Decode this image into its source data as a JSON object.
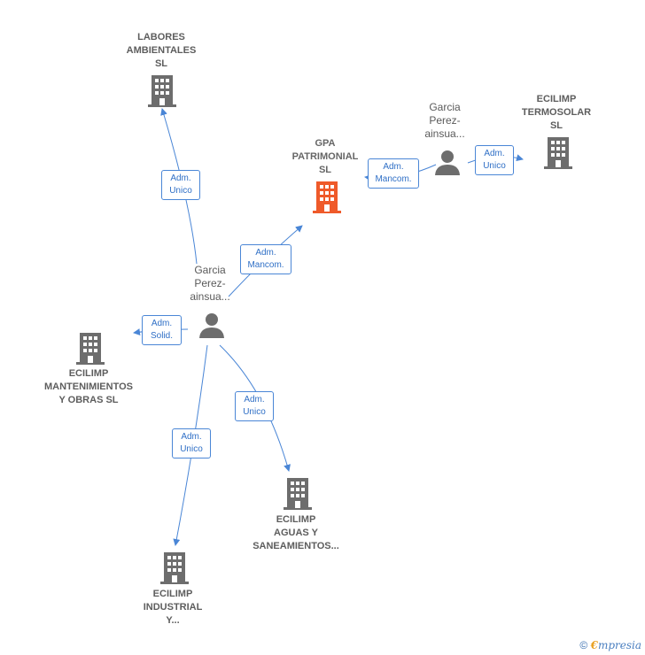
{
  "colors": {
    "edge": "#4a86d6",
    "company_icon": "#6d6d6d",
    "main_company_icon": "#ef5a2a",
    "person_icon": "#6d6d6d"
  },
  "companies": [
    {
      "id": "labores",
      "lines": [
        "LABORES",
        "AMBIENTALES",
        "SL"
      ]
    },
    {
      "id": "gpa",
      "lines": [
        "GPA",
        "PATRIMONIAL",
        "SL"
      ],
      "main": true
    },
    {
      "id": "termosolar",
      "lines": [
        "ECILIMP",
        "TERMOSOLAR",
        "SL"
      ]
    },
    {
      "id": "mantenimientos",
      "lines": [
        "ECILIMP",
        "MANTENIMIENTOS",
        "Y OBRAS  SL"
      ]
    },
    {
      "id": "aguas",
      "lines": [
        "ECILIMP",
        "AGUAS Y",
        "SANEAMIENTOS..."
      ]
    },
    {
      "id": "industrial",
      "lines": [
        "ECILIMP",
        "INDUSTRIAL",
        "Y..."
      ]
    }
  ],
  "persons": [
    {
      "id": "person1",
      "lines": [
        "Garcia",
        "Perez-",
        "ainsua..."
      ]
    },
    {
      "id": "person2",
      "lines": [
        "Garcia",
        "Perez-",
        "ainsua..."
      ]
    }
  ],
  "edges": [
    {
      "id": "e-labores",
      "label": [
        "Adm.",
        "Unico"
      ]
    },
    {
      "id": "e-gpa",
      "label": [
        "Adm.",
        "Mancom."
      ]
    },
    {
      "id": "e-p2-gpa",
      "label": [
        "Adm.",
        "Mancom."
      ]
    },
    {
      "id": "e-termosolar",
      "label": [
        "Adm.",
        "Unico"
      ]
    },
    {
      "id": "e-mantenimientos",
      "label": [
        "Adm.",
        "Solid."
      ]
    },
    {
      "id": "e-aguas",
      "label": [
        "Adm.",
        "Unico"
      ]
    },
    {
      "id": "e-industrial",
      "label": [
        "Adm.",
        "Unico"
      ]
    }
  ],
  "footer": {
    "copyright": "©",
    "brand_first": "€",
    "brand_rest": "mpresia"
  }
}
